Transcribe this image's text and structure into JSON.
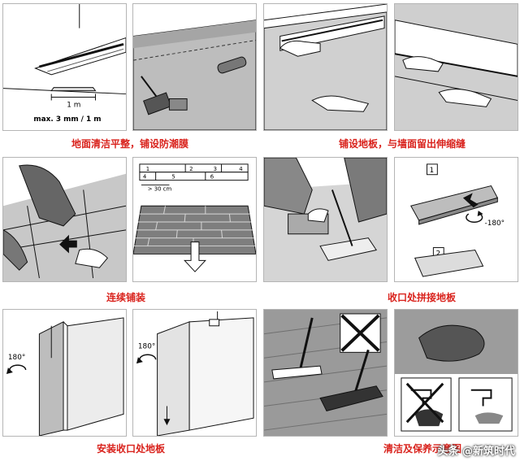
{
  "colors": {
    "caption_red": "#d9221c",
    "board_gray": "#8a8a8a",
    "line_black": "#111111"
  },
  "panels": {
    "p1": {
      "size_label": "1 m",
      "tolerance_label": "max. 3 mm / 1 m"
    },
    "p6": {
      "numbers_top": [
        "1",
        "2",
        "3",
        "4"
      ],
      "numbers_bottom": [
        "4",
        "5",
        "6"
      ],
      "spacing_label": "> 30 cm"
    },
    "p8": {
      "step1": "1",
      "step2": "2",
      "rotation": "-180°"
    },
    "p9": {
      "rotation": "180°"
    },
    "p10": {
      "rotation": "180°"
    }
  },
  "captions": {
    "row1_left": "地面清洁平整，铺设防潮膜",
    "row1_right": "铺设地板，与墙面留出伸缩缝",
    "row2_left": "连续铺装",
    "row2_right": "收口处拼接地板",
    "row3_left": "安装收口处地板",
    "row3_right": "清洁及保养示意图"
  },
  "watermark": "头条 @新筑时代"
}
